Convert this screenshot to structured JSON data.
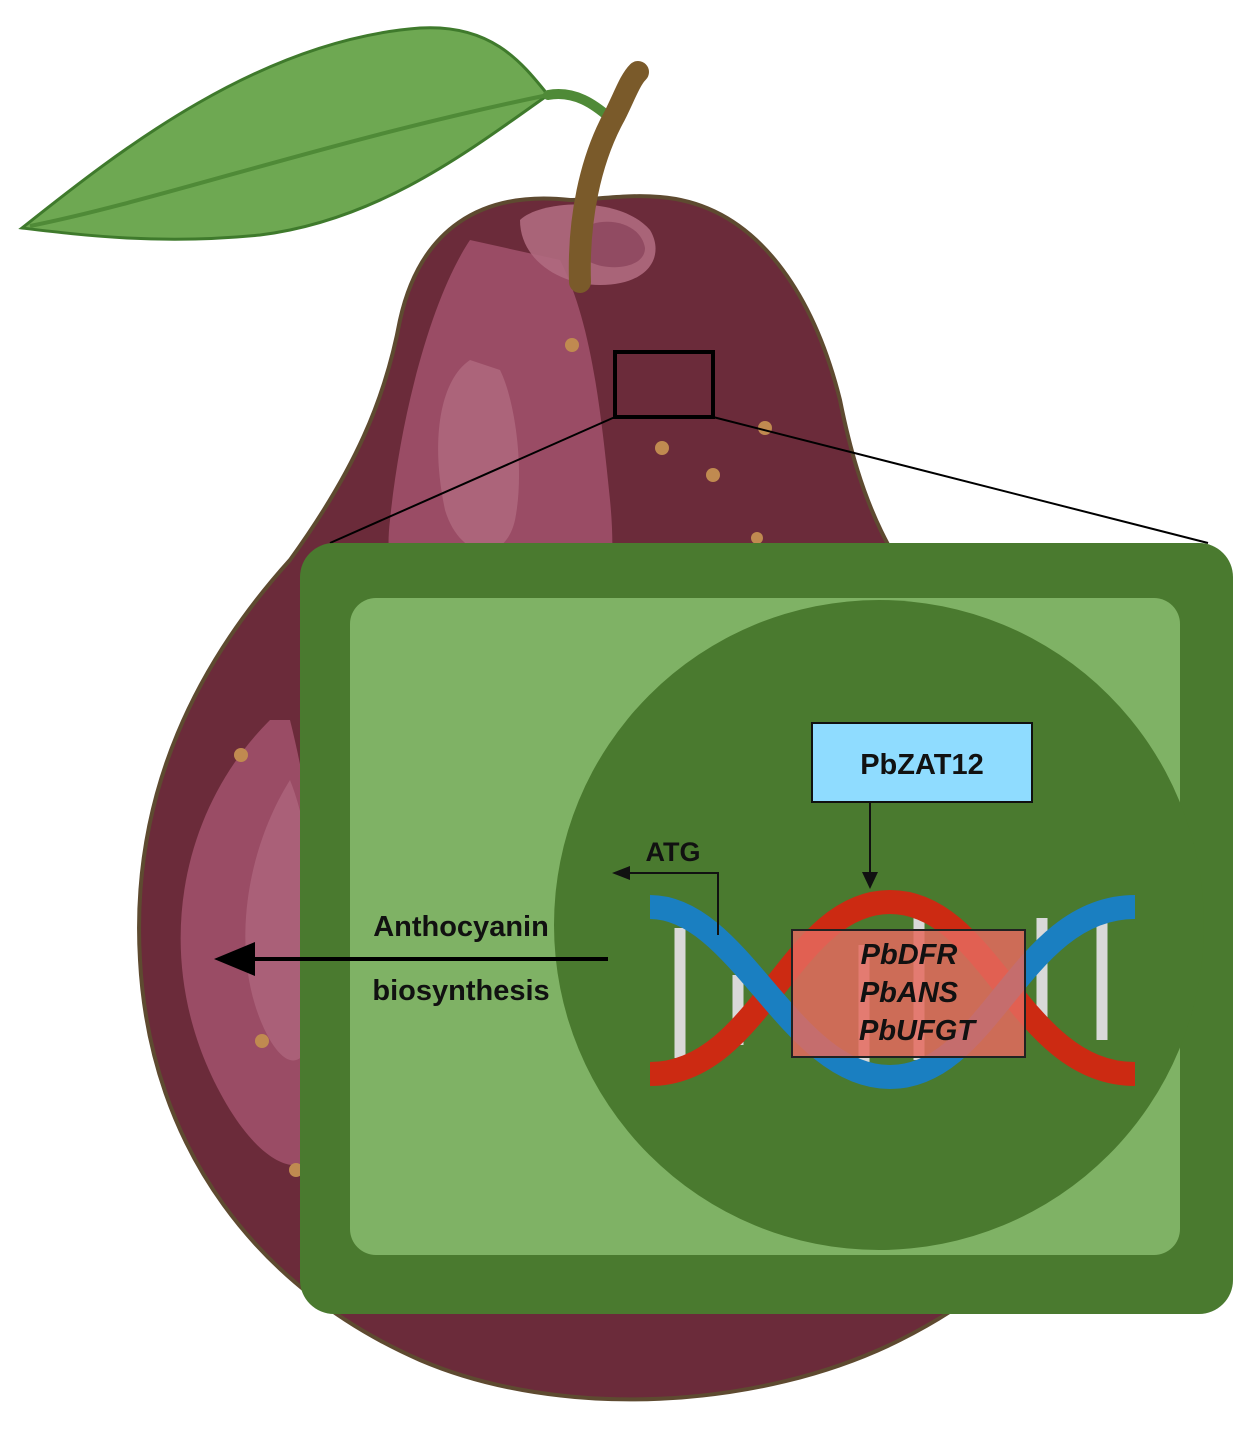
{
  "diagram": {
    "labels": {
      "transcription_factor": "PbZAT12",
      "start_codon": "ATG",
      "pathway_line1": "Anthocyanin",
      "pathway_line2": "biosynthesis",
      "gene_1": "PbDFR",
      "gene_2": "PbANS",
      "gene_3": "PbUFGT"
    },
    "colors": {
      "pear_skin": "#6b2b3a",
      "pear_highlight": "#9a4c65",
      "leaf": "#7bb35f",
      "stem": "#7a5a2a",
      "cell_wall": "#4a7a2f",
      "cytoplasm": "#7fb265",
      "nucleus": "#4a7a2f",
      "tf_box": "#8fdcff",
      "gene_box": "#e46a5e",
      "dna_strand_a": "#1a7fc1",
      "dna_strand_b": "#cc2a12"
    }
  }
}
